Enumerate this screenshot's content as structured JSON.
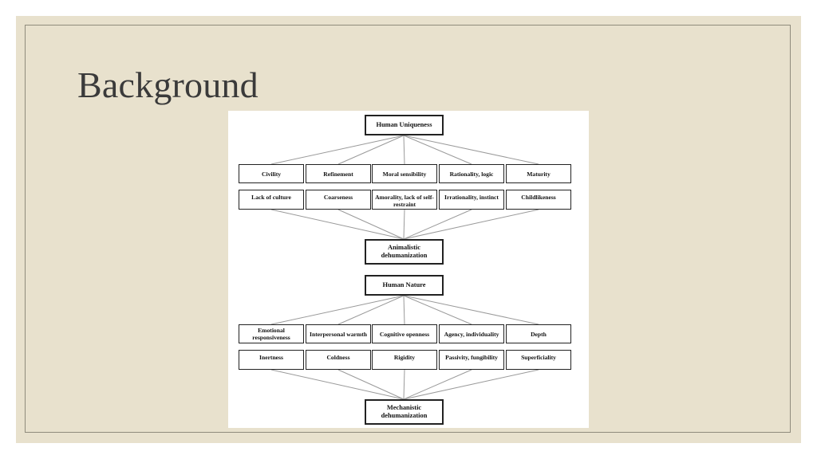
{
  "slide": {
    "title": "Background",
    "colors": {
      "background": "#e8e1cd",
      "border": "#8f8b7c",
      "title": "#3a3a3a"
    }
  },
  "diagram": {
    "human_uniqueness": {
      "title": "Human Uniqueness",
      "traits": [
        "Civility",
        "Refinement",
        "Moral sensibility",
        "Rationality, logic",
        "Maturity"
      ],
      "opposites": [
        "Lack of culture",
        "Coarseness",
        "Amorality, lack of self-restraint",
        "Irrationality, instinct",
        "Childlikeness"
      ],
      "outcome": "Animalistic dehumanization"
    },
    "human_nature": {
      "title": "Human Nature",
      "traits": [
        "Emotional responsiveness",
        "Interpersonal warmth",
        "Cognitive openness",
        "Agency, individuality",
        "Depth"
      ],
      "opposites": [
        "Inertness",
        "Coldness",
        "Rigidity",
        "Passivity, fungibility",
        "Superficiality"
      ],
      "outcome": "Mechanistic dehumanization"
    }
  }
}
